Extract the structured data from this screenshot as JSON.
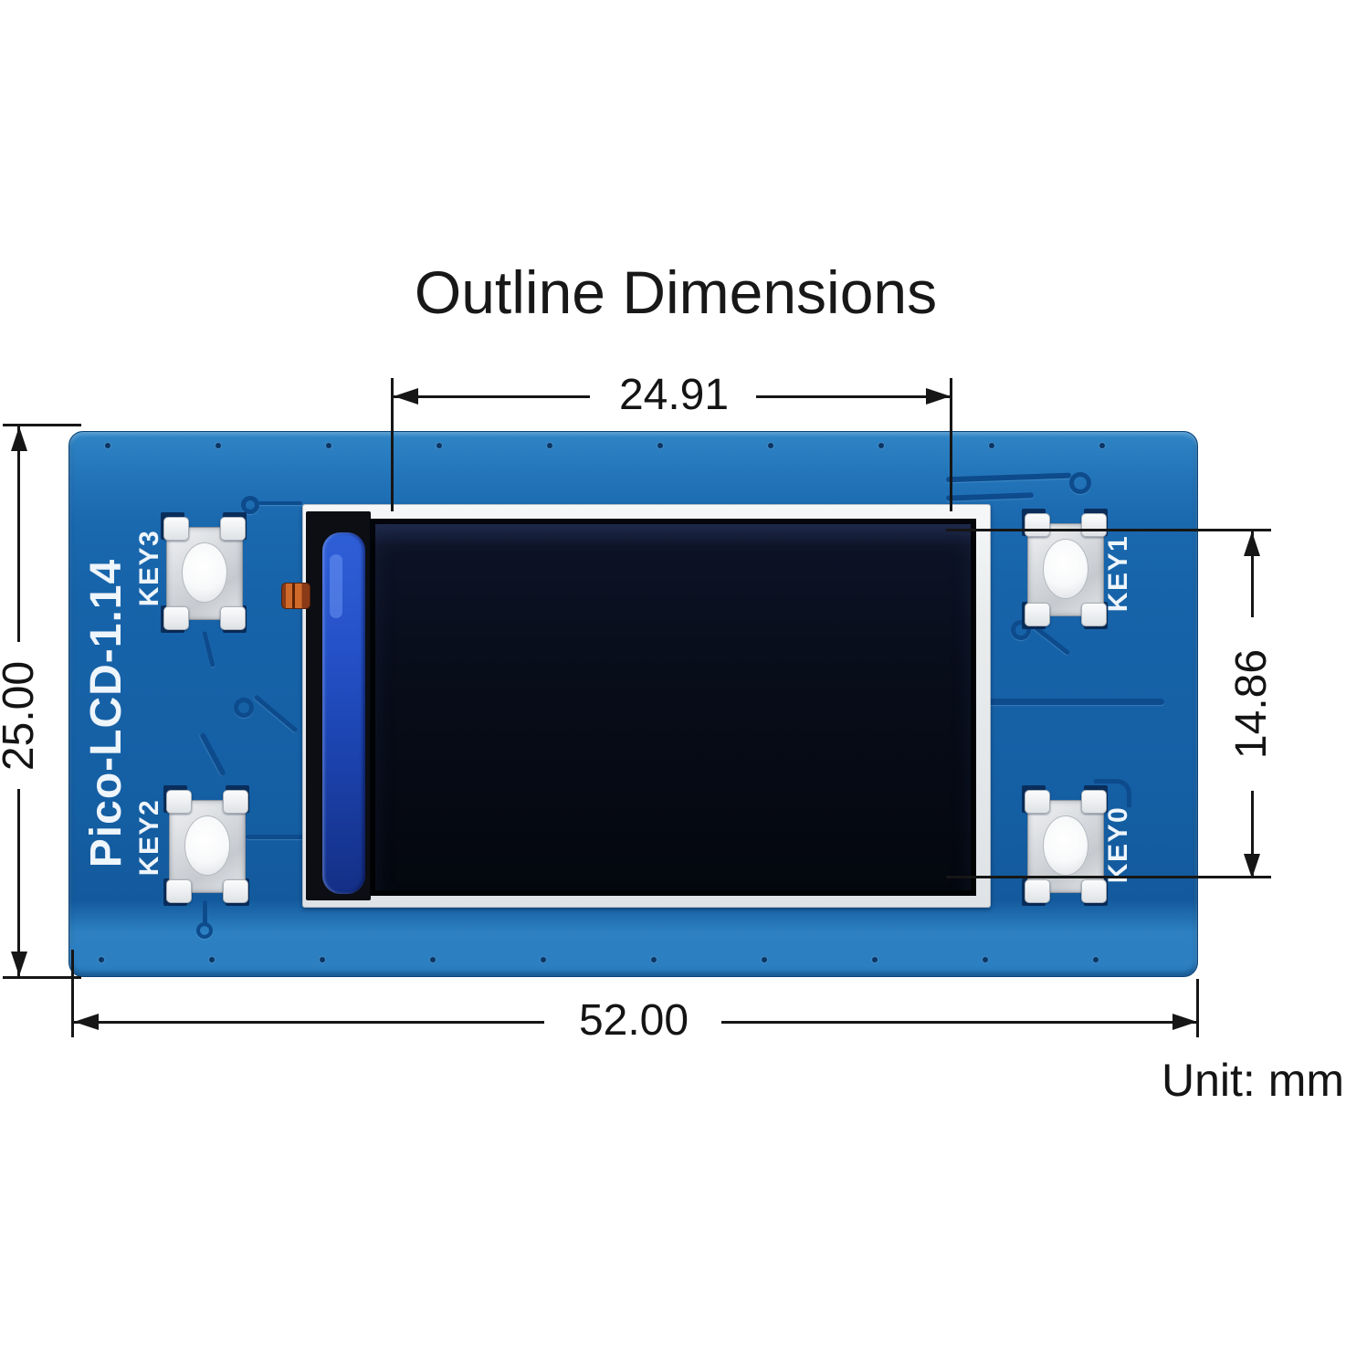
{
  "title": "Outline Dimensions",
  "unit_label": "Unit: mm",
  "board": {
    "silkscreen_label": "Pico-LCD-1.14",
    "keys": [
      {
        "id": "key3",
        "label": "KEY3"
      },
      {
        "id": "key2",
        "label": "KEY2"
      },
      {
        "id": "key1",
        "label": "KEY1"
      },
      {
        "id": "key0",
        "label": "KEY0"
      }
    ]
  },
  "dimensions": {
    "display_width_mm": "24.91",
    "board_height_mm": "25.00",
    "key_spacing_mm": "14.86",
    "board_width_mm": "52.00"
  },
  "colors": {
    "pcb_blue": "#1763a9",
    "pcb_blue_light": "#2e83c4",
    "trace_blue": "#0d4b8d",
    "silkscreen_white": "#eef5fb",
    "screen_black": "#070c18",
    "fpc_blue": "#1d46b4",
    "component_orange": "#b44f1c",
    "dimension_line": "#161616"
  }
}
